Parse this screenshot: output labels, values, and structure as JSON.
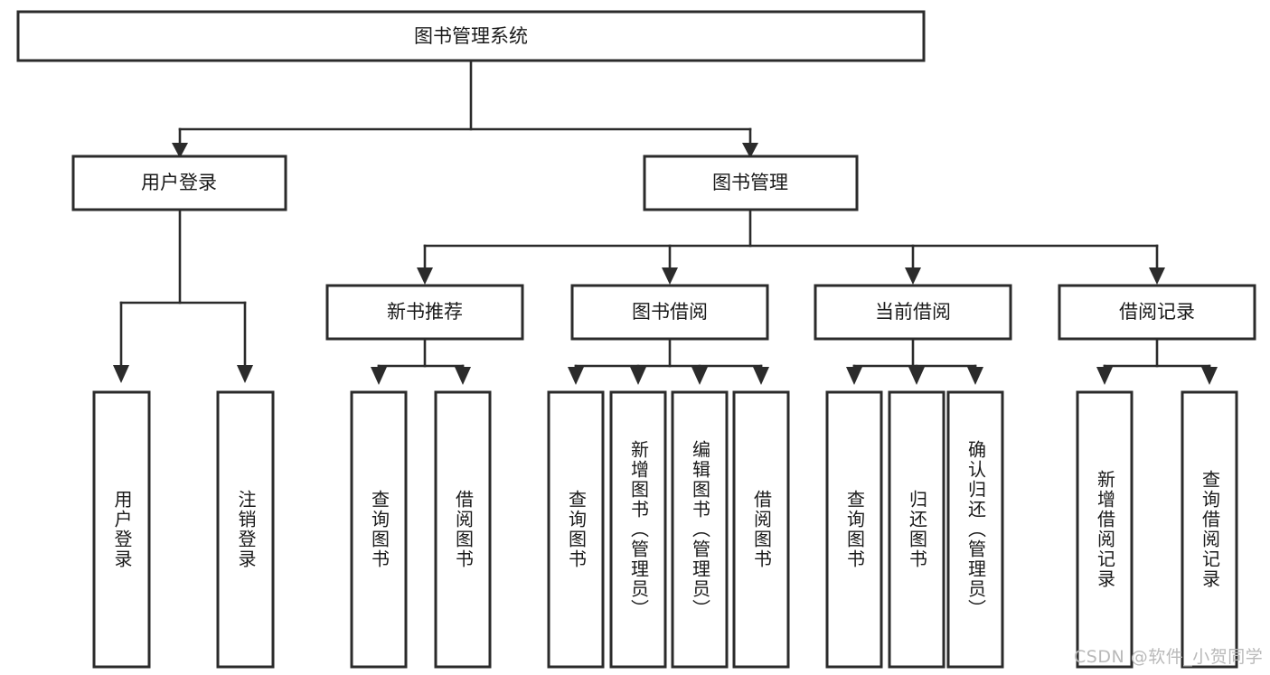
{
  "diagram": {
    "type": "tree",
    "title": "图书管理系统",
    "orientation": "top-down",
    "colors": {
      "box_stroke": "#2b2b2b",
      "box_fill": "#ffffff",
      "connector": "#2b2b2b",
      "text": "#1a1a1a",
      "watermark": "#b9b9b9",
      "background": "#ffffff"
    },
    "root": {
      "id": "root",
      "label": "图书管理系统",
      "orientation": "horizontal"
    },
    "level2": [
      {
        "id": "user-login",
        "label": "用户登录",
        "orientation": "horizontal"
      },
      {
        "id": "book-management",
        "label": "图书管理",
        "orientation": "horizontal"
      }
    ],
    "level3": [
      {
        "id": "new-book-recommend",
        "label": "新书推荐",
        "orientation": "horizontal"
      },
      {
        "id": "book-borrow",
        "label": "图书借阅",
        "orientation": "horizontal"
      },
      {
        "id": "current-borrow",
        "label": "当前借阅",
        "orientation": "horizontal"
      },
      {
        "id": "borrow-record",
        "label": "借阅记录",
        "orientation": "horizontal"
      }
    ],
    "leaves": [
      {
        "id": "leaf-user-login",
        "label": "用户登录",
        "parent": "user-login",
        "orientation": "vertical"
      },
      {
        "id": "leaf-user-logout",
        "label": "注销登录",
        "parent": "user-login",
        "orientation": "vertical"
      },
      {
        "id": "leaf-query-book-1",
        "label": "查询图书",
        "parent": "new-book-recommend",
        "orientation": "vertical"
      },
      {
        "id": "leaf-borrow-book-1",
        "label": "借阅图书",
        "parent": "new-book-recommend",
        "orientation": "vertical"
      },
      {
        "id": "leaf-query-book-2",
        "label": "查询图书",
        "parent": "book-borrow",
        "orientation": "vertical"
      },
      {
        "id": "leaf-add-book",
        "label": "新增图书（管理员）",
        "parent": "book-borrow",
        "orientation": "vertical"
      },
      {
        "id": "leaf-edit-book",
        "label": "编辑图书（管理员）",
        "parent": "book-borrow",
        "orientation": "vertical"
      },
      {
        "id": "leaf-borrow-book-2",
        "label": "借阅图书",
        "parent": "book-borrow",
        "orientation": "vertical"
      },
      {
        "id": "leaf-query-book-3",
        "label": "查询图书",
        "parent": "current-borrow",
        "orientation": "vertical"
      },
      {
        "id": "leaf-return-book",
        "label": "归还图书",
        "parent": "current-borrow",
        "orientation": "vertical"
      },
      {
        "id": "leaf-confirm-return",
        "label": "确认归还（管理员）",
        "parent": "current-borrow",
        "orientation": "vertical"
      },
      {
        "id": "leaf-add-record",
        "label": "新增借阅记录",
        "parent": "borrow-record",
        "orientation": "vertical"
      },
      {
        "id": "leaf-query-record",
        "label": "查询借阅记录",
        "parent": "borrow-record",
        "orientation": "vertical"
      }
    ]
  },
  "watermark": {
    "text": "CSDN @软件_小贺同学"
  }
}
